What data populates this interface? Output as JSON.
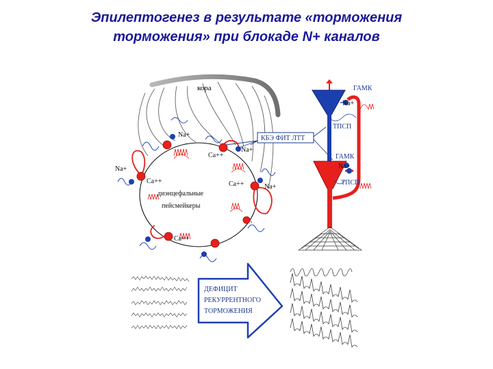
{
  "title": {
    "line1": "Эпилептогенез в результате «торможения",
    "line2": "торможения» при блокаде N+ каналов"
  },
  "diagram": {
    "cortex_label": "кора",
    "loop_labels": {
      "na_1": "Na+",
      "na_2": "Na+",
      "na_3": "Na+",
      "na_4": "Na+",
      "ca_1": "Ca++",
      "ca_2": "Ca++",
      "ca_3": "Ca++",
      "ca_4": "Ca++"
    },
    "pacemaker_label_line1": "диэнцефальные",
    "pacemaker_label_line2": "пейсмейкеры",
    "mechanism_label": "КБЭ ФИТ ЛТТ",
    "gaba_top": "ГАМК",
    "na_top": "Na+",
    "ipsp_top": "ТПСП",
    "gaba_bottom": "ГАМК",
    "na_bottom": "Na+",
    "ipsp_bottom": "ТПСП",
    "arrow_line1": "ДЕФИЦИТ",
    "arrow_line2": "РЕКУРРЕНТНОГО",
    "arrow_line3": "ТОРМОЖЕНИЯ"
  },
  "colors": {
    "title": "#1a1a99",
    "red": "#e8201c",
    "blue": "#1c3fb0",
    "navy": "#1a3a8c",
    "gray": "#8a8a8a"
  }
}
